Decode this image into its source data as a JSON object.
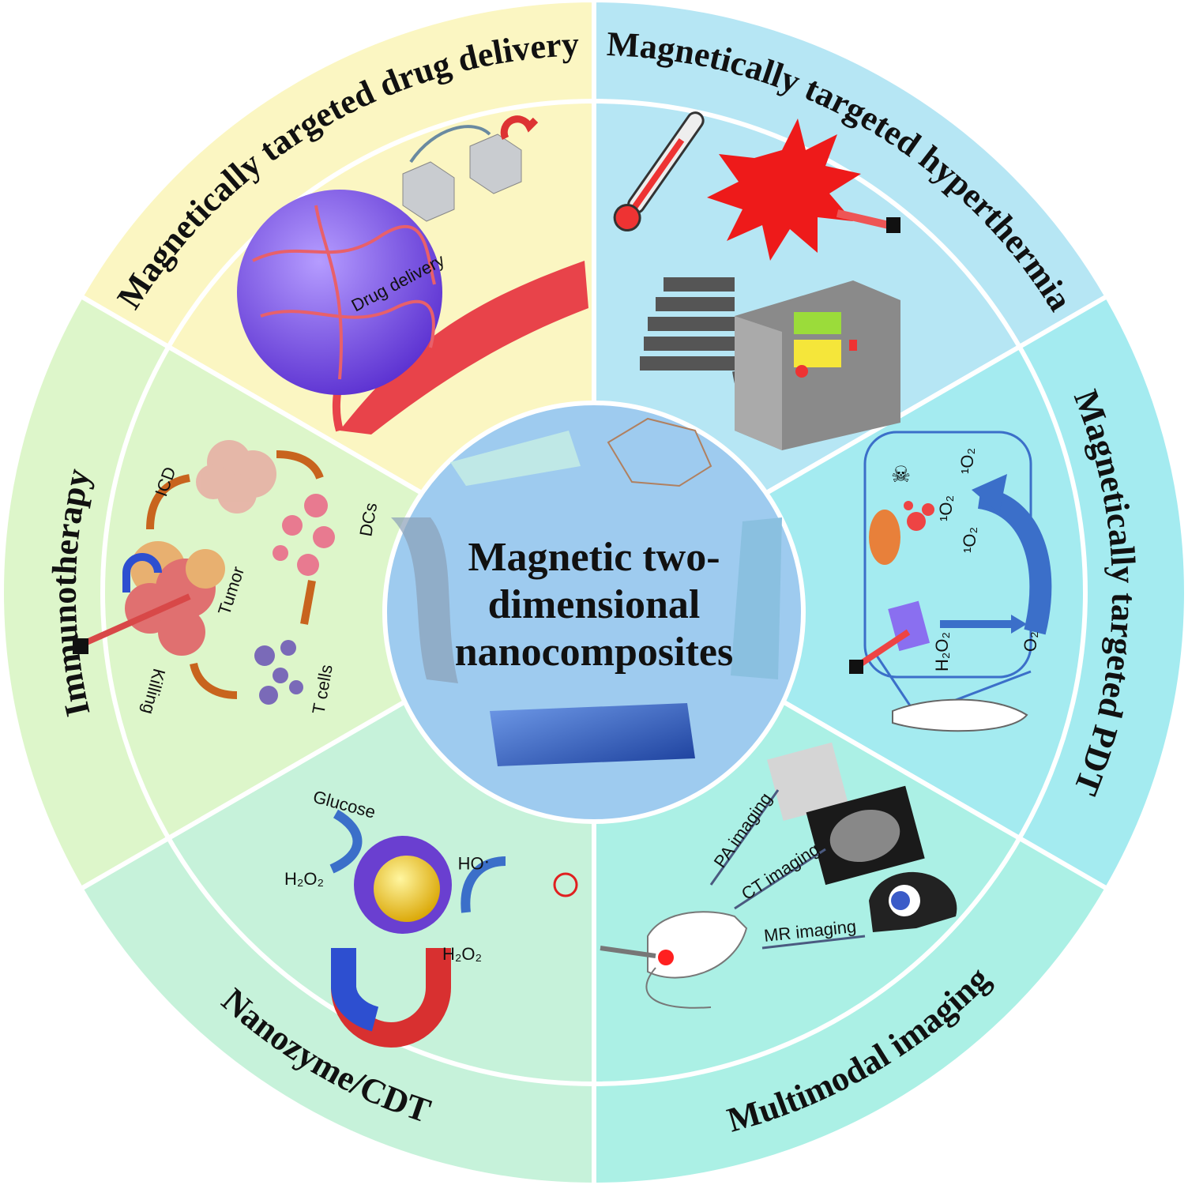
{
  "center": {
    "title_lines": [
      "Magnetic two-",
      "dimensional",
      "nanocomposites"
    ],
    "color": "#9ecbef"
  },
  "sectors": [
    {
      "id": "drug-delivery",
      "label": "Magnetically targeted drug delivery",
      "color": "#fbf6c2",
      "annotations": {
        "drug_delivery": "Drug delivery"
      }
    },
    {
      "id": "hyperthermia",
      "label": "Magnetically targeted hyperthermia",
      "color": "#b6e6f4"
    },
    {
      "id": "pdt",
      "label": "Magnetically targeted PDT",
      "color": "#a4ebf0",
      "annotations": {
        "singlet_1": "¹O₂",
        "singlet_2": "¹O₂",
        "singlet_3": "¹O₂",
        "h2o2": "H₂O₂",
        "o2": "O₂"
      }
    },
    {
      "id": "multimodal-imaging",
      "label": "Multimodal imaging",
      "color": "#abf0e5",
      "annotations": {
        "pa": "PA imaging",
        "ct": "CT imaging",
        "mr": "MR imaging"
      }
    },
    {
      "id": "nanozyme-cdt",
      "label": "Nanozyme/CDT",
      "color": "#c6f2da",
      "annotations": {
        "glucose": "Glucose",
        "h2o2_left": "H₂O₂",
        "oh": "·OH",
        "h2o2_right": "H₂O₂"
      }
    },
    {
      "id": "immunotherapy",
      "label": "Immunotherapy",
      "color": "#ddf6ca",
      "annotations": {
        "icd": "ICD",
        "dcs": "DCs",
        "tumor": "Tumor",
        "t_cells": "T cells",
        "killing": "Killing"
      }
    }
  ],
  "colors": {
    "killing": "#ff1a1a",
    "arrow_orange": "#c8641e",
    "arrow_blue": "#3b6fc9",
    "tumor_purple": "#7a4fe0",
    "vessel_red": "#e8434a"
  }
}
